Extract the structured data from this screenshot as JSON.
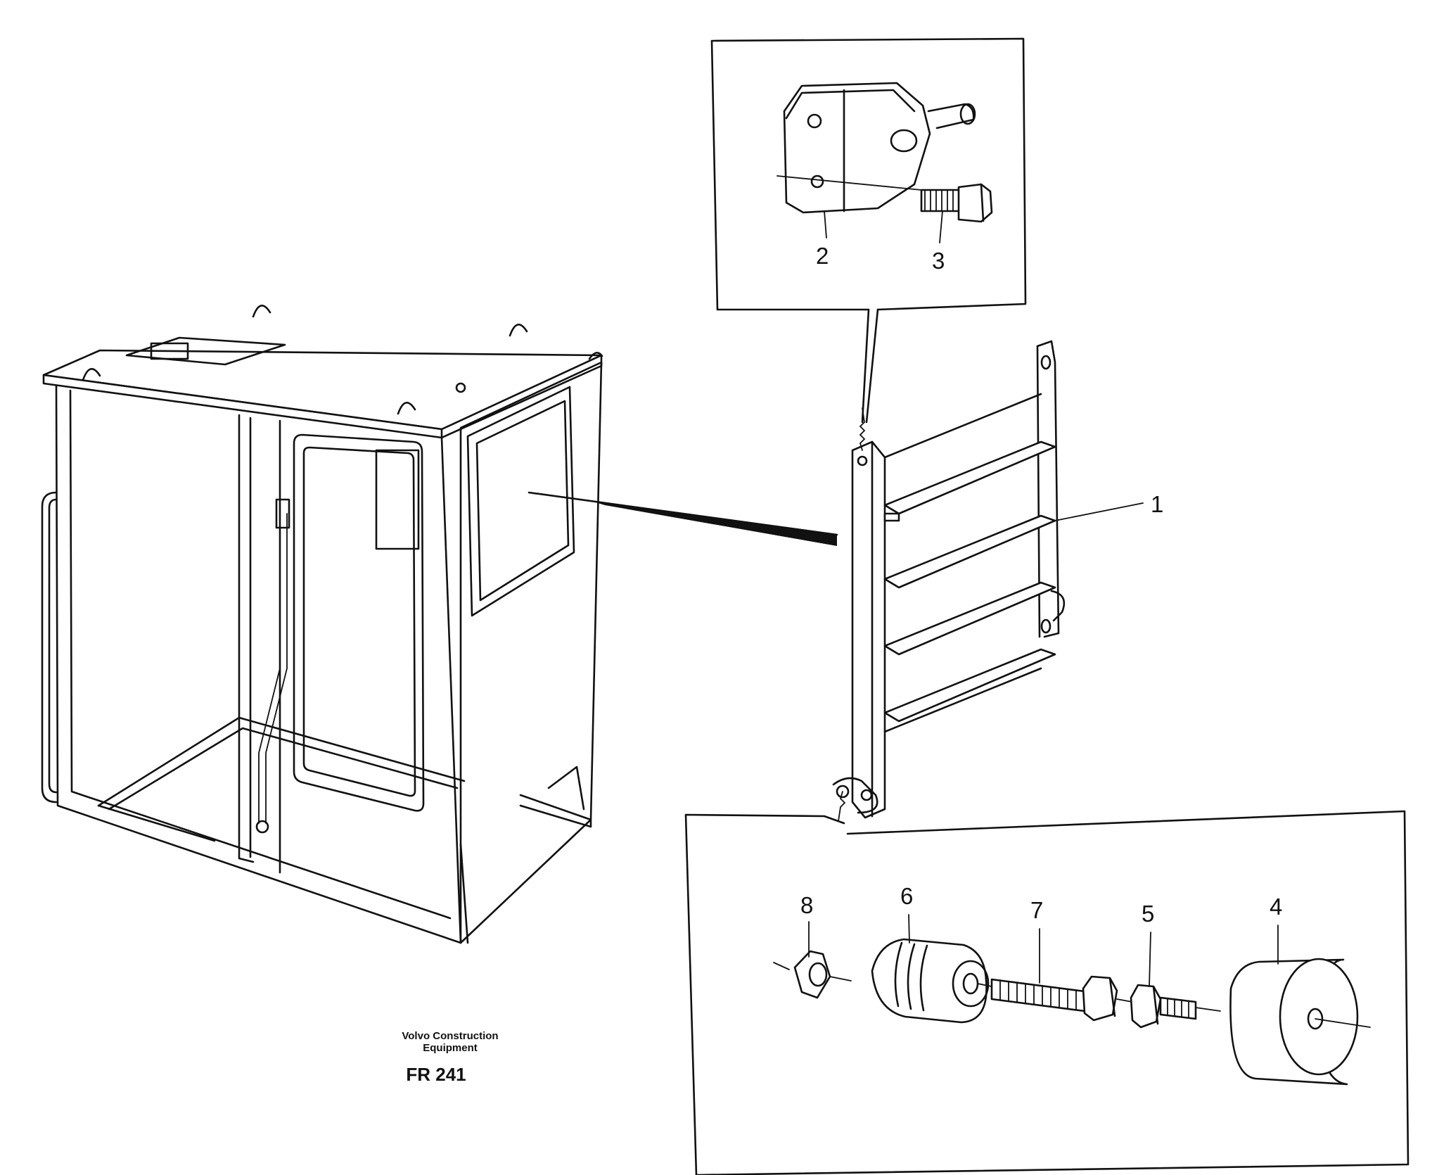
{
  "caption": {
    "company_line1": "Volvo Construction",
    "company_line2": "Equipment",
    "code": "FR 241"
  },
  "callouts": [
    "1",
    "2",
    "3",
    "4",
    "5",
    "6",
    "7",
    "8"
  ]
}
